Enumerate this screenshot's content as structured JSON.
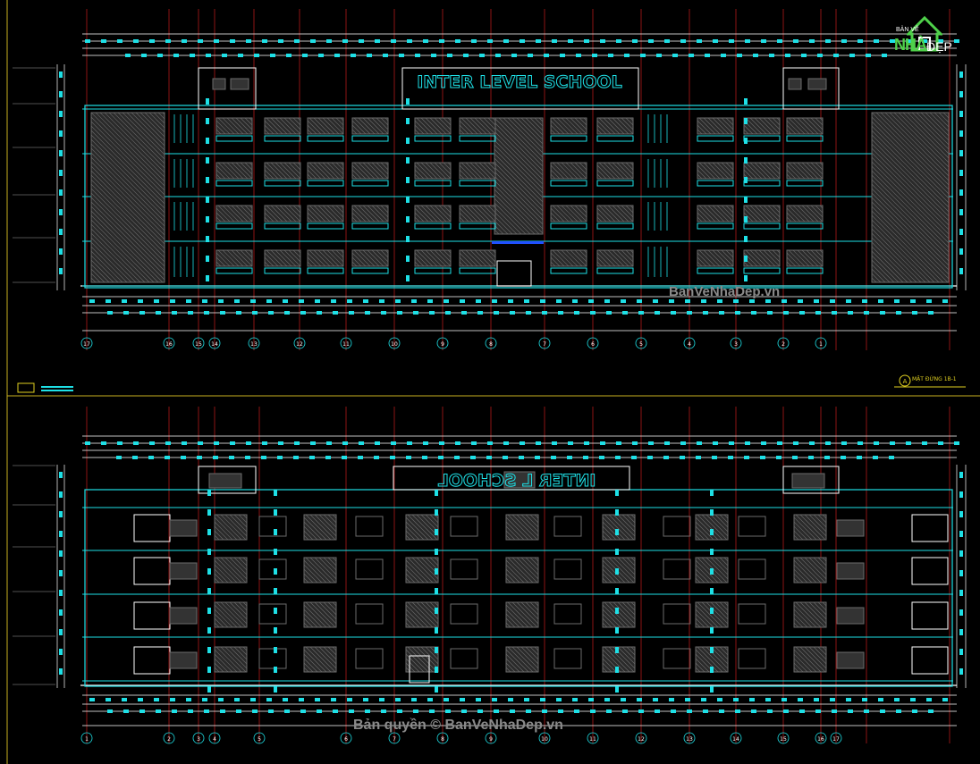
{
  "title_upper": "INTER LEVEL SCHOOL",
  "title_lower_mirrored": "INTER L     SCHOOL",
  "section_label": "MẶT ĐỨNG 1B-1",
  "section_bubble": "A",
  "logo": {
    "top": "BẢN VẼ",
    "main": "NHÀ",
    "side": "ĐẸP"
  },
  "watermark_upper": "BanVeNhaDep.vn",
  "watermark_lower": "Bản quyền © BanVeNhaDep.vn",
  "colors": {
    "cyan": "#1ee0e6",
    "red": "#b01818",
    "white": "#ffffff",
    "gray": "#6b6b6b",
    "yellow": "#e0d020"
  },
  "grid_axis_labels_upper": [
    "17",
    "16",
    "15",
    "14",
    "13",
    "12",
    "11",
    "10",
    "9",
    "8",
    "7",
    "6",
    "5",
    "4",
    "3",
    "2",
    "1"
  ],
  "grid_axis_labels_lower": [
    "1",
    "2",
    "3",
    "4",
    "5",
    "6",
    "7",
    "8",
    "9",
    "10",
    "11",
    "12",
    "13",
    "14",
    "15",
    "16",
    "17"
  ]
}
